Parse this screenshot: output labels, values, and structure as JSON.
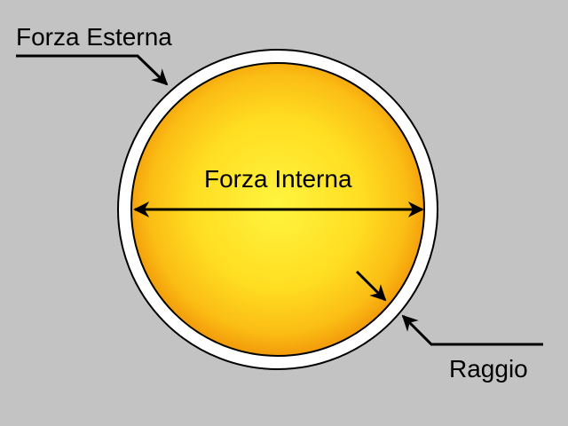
{
  "labels": {
    "external_force": "Forza Esterna",
    "internal_force": "Forza Interna",
    "radius": "Raggio"
  },
  "colors": {
    "background": "#c3c3c3",
    "shell": "#ffffff",
    "outline": "#000000",
    "core_center": "#ffef3a",
    "core_edge": "#f7a20c",
    "arrow": "#000000"
  }
}
